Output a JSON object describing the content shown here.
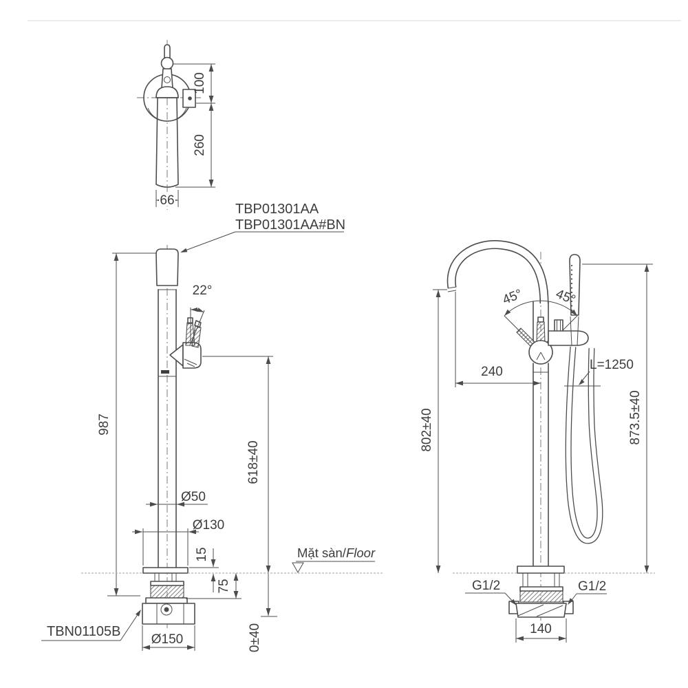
{
  "drawing": {
    "title_codes": {
      "product_code_line1": "TBP01301AA",
      "product_code_line2": "TBP01301AA#BN",
      "base_valve_code": "TBN01105B"
    },
    "floor": {
      "label_vi": "Mặt sàn/",
      "label_en": "Floor"
    },
    "top_view": {
      "dim_lever_offset": "100",
      "dim_spout_reach": "260",
      "dim_spout_width": "66"
    },
    "front_view": {
      "dim_total_height": "987",
      "dim_handle_angle": "22°",
      "dim_outlet_height": "618±40",
      "dim_column_diameter": "Ø50",
      "dim_cover_diameter": "Ø130",
      "dim_cover_height": "15",
      "dim_below_floor": "75",
      "dim_base_diameter": "Ø150",
      "dim_floor_tolerance": "0±40"
    },
    "side_view": {
      "dim_spout_reach": "240",
      "dim_swivel_left": "45°",
      "dim_swivel_right": "45°",
      "dim_outlet_height": "802±40",
      "dim_shower_height": "873.5±40",
      "hose_length": "L=1250",
      "thread_left": "G1/2",
      "thread_right": "G1/2",
      "dim_inlet_width": "140"
    },
    "colors": {
      "line": "#4c4c4c",
      "floor_line": "#b3b3b3",
      "text": "#3d3d3d"
    }
  }
}
